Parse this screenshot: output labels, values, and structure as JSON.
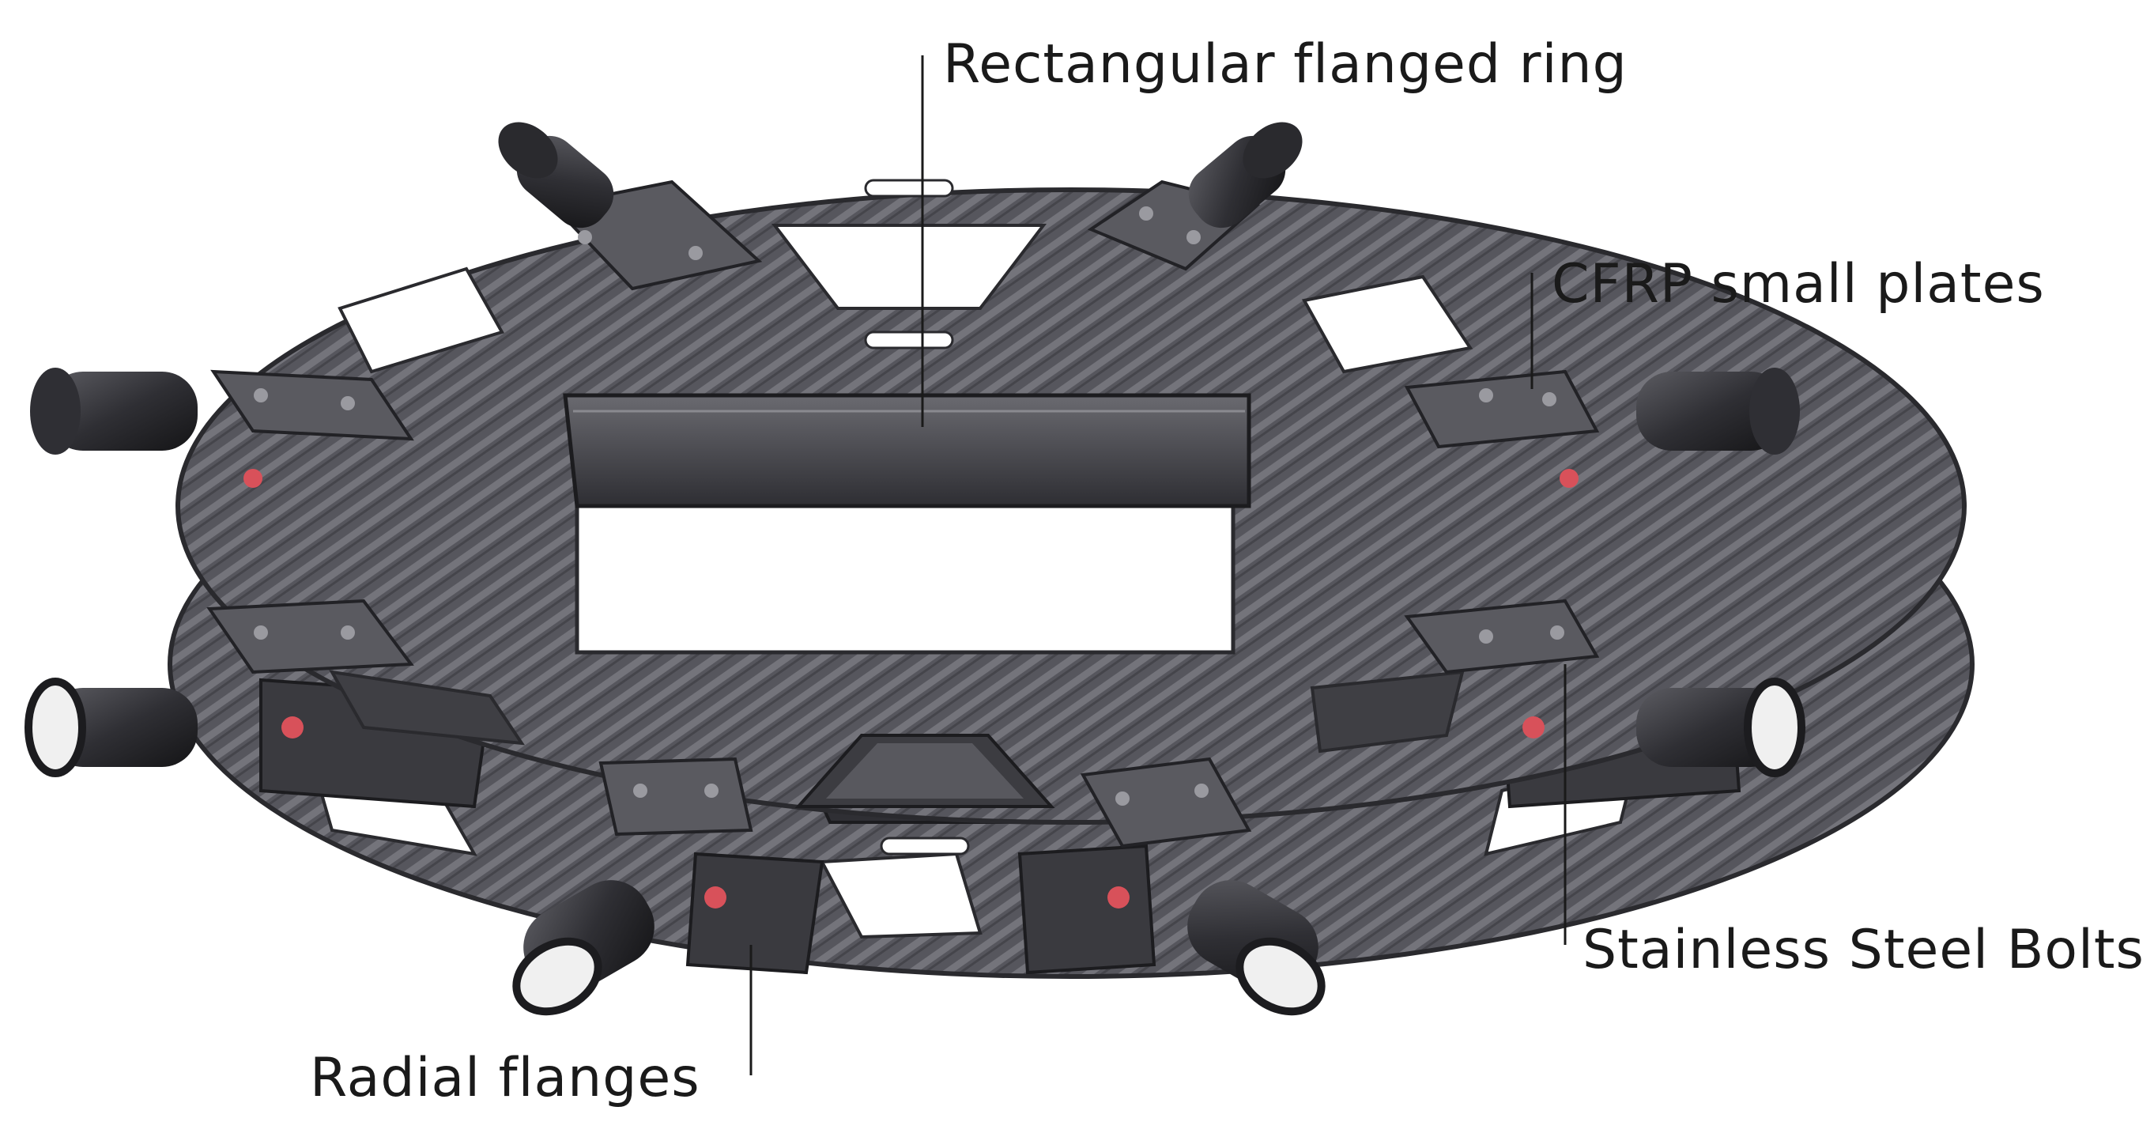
{
  "labels": {
    "rectangular_ring": "Rectangular flanged ring",
    "cfrp_plates": "CFRP small plates",
    "stainless_bolts": "Stainless Steel Bolts",
    "radial_flanges": "Radial flanges"
  },
  "colors": {
    "background": "#ffffff",
    "cfrp_plate": "#55555c",
    "cfrp_weave": "#76767d",
    "metal_dark": "#2b2b2f",
    "metal_mid": "#4a4a50",
    "flange_face": "#8a8a90",
    "bolt_red": "#d8515a",
    "text": "#1a1a1a"
  }
}
